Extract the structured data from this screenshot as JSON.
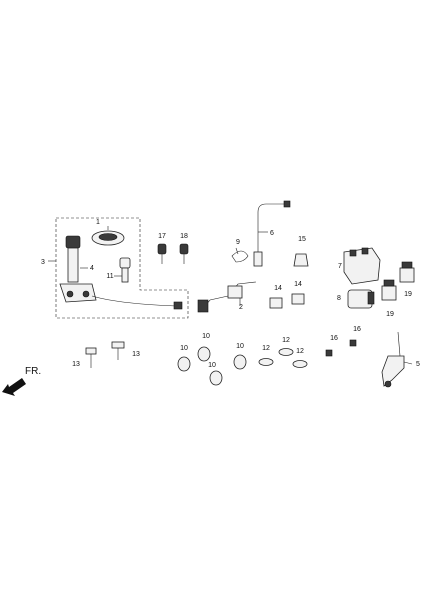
{
  "direction_label": "FR.",
  "callouts": [
    {
      "id": "c1",
      "text": "1"
    },
    {
      "id": "c2",
      "text": "2"
    },
    {
      "id": "c3",
      "text": "3"
    },
    {
      "id": "c4",
      "text": "4"
    },
    {
      "id": "c5",
      "text": "5"
    },
    {
      "id": "c6",
      "text": "6"
    },
    {
      "id": "c7",
      "text": "7"
    },
    {
      "id": "c8",
      "text": "8"
    },
    {
      "id": "c9",
      "text": "9"
    },
    {
      "id": "c10a",
      "text": "10"
    },
    {
      "id": "c10b",
      "text": "10"
    },
    {
      "id": "c10c",
      "text": "10"
    },
    {
      "id": "c10d",
      "text": "10"
    },
    {
      "id": "c11",
      "text": "11"
    },
    {
      "id": "c12a",
      "text": "12"
    },
    {
      "id": "c12b",
      "text": "12"
    },
    {
      "id": "c12c",
      "text": "12"
    },
    {
      "id": "c13a",
      "text": "13"
    },
    {
      "id": "c13b",
      "text": "13"
    },
    {
      "id": "c14a",
      "text": "14"
    },
    {
      "id": "c14b",
      "text": "14"
    },
    {
      "id": "c15",
      "text": "15"
    },
    {
      "id": "c16a",
      "text": "16"
    },
    {
      "id": "c16b",
      "text": "16"
    },
    {
      "id": "c17",
      "text": "17"
    },
    {
      "id": "c18",
      "text": "18"
    },
    {
      "id": "c19a",
      "text": "19"
    },
    {
      "id": "c19b",
      "text": "19"
    }
  ]
}
